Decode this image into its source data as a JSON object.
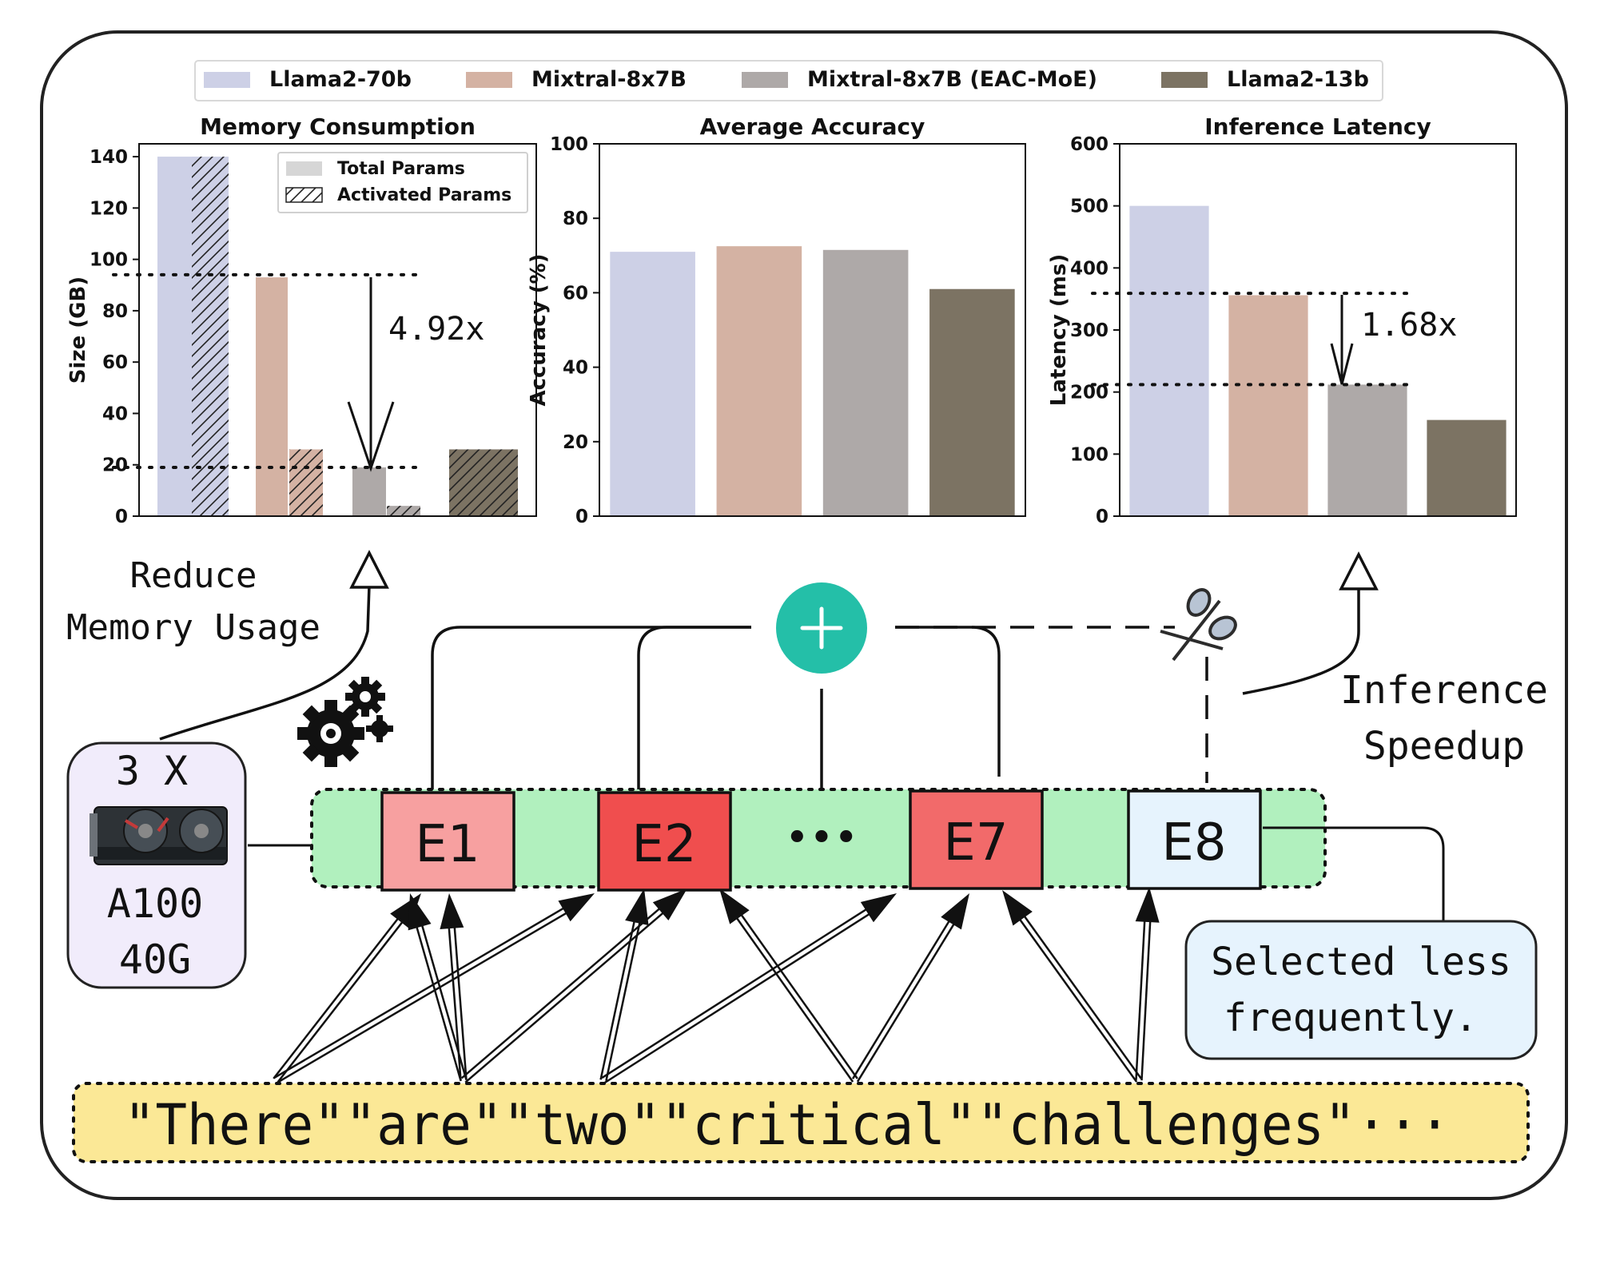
{
  "legend": [
    {
      "label": "Llama2-70b",
      "color": "#cdd0e6"
    },
    {
      "label": "Mixtral-8x7B",
      "color": "#d4b2a3"
    },
    {
      "label": "Mixtral-8x7B (EAC-MoE)",
      "color": "#aea9a8"
    },
    {
      "label": "Llama2-13b",
      "color": "#7c7363"
    }
  ],
  "chart_data": [
    {
      "type": "bar",
      "title": "Memory Consumption",
      "ylabel": "Size (GB)",
      "ylim": [
        0,
        145
      ],
      "yticks": [
        0,
        20,
        40,
        60,
        80,
        100,
        120,
        140
      ],
      "categories": [
        "Llama2-70b",
        "Mixtral-8x7B",
        "Mixtral-8x7B (EAC-MoE)",
        "Llama2-13b"
      ],
      "series": [
        {
          "name": "Total Params",
          "values": [
            140,
            93,
            19,
            26
          ]
        },
        {
          "name": "Activated Params",
          "values": [
            140,
            26,
            4,
            26
          ]
        }
      ],
      "sub_legend": [
        "Total Params",
        "Activated Params"
      ],
      "reference_lines": [
        94,
        19
      ],
      "annotation": "4.92x"
    },
    {
      "type": "bar",
      "title": "Average Accuracy",
      "ylabel": "Accuracy (%)",
      "ylim": [
        0,
        100
      ],
      "yticks": [
        0,
        20,
        40,
        60,
        80,
        100
      ],
      "categories": [
        "Llama2-70b",
        "Mixtral-8x7B",
        "Mixtral-8x7B (EAC-MoE)",
        "Llama2-13b"
      ],
      "values": [
        71,
        72.5,
        71.5,
        61
      ]
    },
    {
      "type": "bar",
      "title": "Inference Latency",
      "ylabel": "Latency (ms)",
      "ylim": [
        0,
        600
      ],
      "yticks": [
        0,
        100,
        200,
        300,
        400,
        500,
        600
      ],
      "categories": [
        "Llama2-70b",
        "Mixtral-8x7B",
        "Mixtral-8x7B (EAC-MoE)",
        "Llama2-13b"
      ],
      "values": [
        500,
        356,
        212,
        155
      ],
      "reference_lines": [
        359,
        212
      ],
      "annotation": "1.68x"
    }
  ],
  "diagram": {
    "reduce_text": [
      "Reduce",
      "Memory Usage"
    ],
    "speedup_text": [
      "Inference",
      "Speedup"
    ],
    "gpu_count": "3 X",
    "gpu_model": [
      "A100",
      "40G"
    ],
    "experts": [
      {
        "label": "E1",
        "color": "#f7a0a0"
      },
      {
        "label": "E2",
        "color": "#f04e4e"
      },
      {
        "label": "E7",
        "color": "#f26a6a"
      },
      {
        "label": "E8",
        "color": "#e6f3fd"
      }
    ],
    "ellipsis": "•••",
    "plus": "+",
    "note": [
      "Selected less",
      "frequently."
    ],
    "tokens": "\"There\"\"are\"\"two\"\"critical\"\"challenges\"···"
  }
}
